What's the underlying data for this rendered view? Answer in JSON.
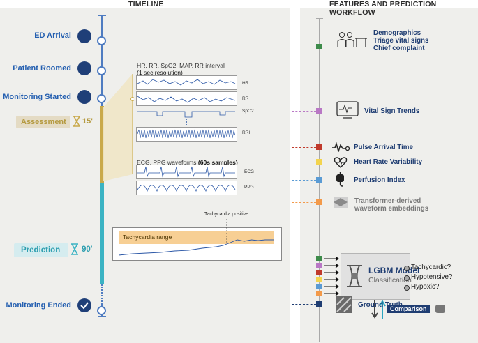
{
  "headers": {
    "timeline": "TIMELINE",
    "workflow": "FEATURES AND PREDICTION WORKFLOW"
  },
  "events": {
    "ed_arrival": "ED Arrival",
    "patient_roomed": "Patient Roomed",
    "monitoring_started": "Monitoring Started",
    "monitoring_ended": "Monitoring Ended"
  },
  "phases": {
    "assessment": "Assessment",
    "assessment_time": "15'",
    "prediction": "Prediction",
    "prediction_time": "90'"
  },
  "vitals_block": {
    "title": "HR, RR, SpO2, MAP, RR interval",
    "subtitle": "(1 sec resolution)",
    "labels": [
      "HR",
      "RR",
      "SpO2",
      "RRI"
    ]
  },
  "waveforms_block": {
    "title": "ECG, PPG waveforms",
    "subtitle": "(60s samples)",
    "labels": [
      "ECG",
      "PPG"
    ]
  },
  "prediction_plot": {
    "range_label": "Tachycardia range",
    "annotation": "Tachycardia positive"
  },
  "features": [
    {
      "name": "Demographics\nTriage vital signs\nChief complaint",
      "color": "#3d8b4a",
      "icon": "people-table-icon"
    },
    {
      "name": "Vital Sign Trends",
      "color": "#b978c5",
      "icon": "monitor-icon"
    },
    {
      "name": "Pulse Arrival Time",
      "color": "#c0392b",
      "icon": "pulse-wave-icon"
    },
    {
      "name": "Heart Rate Variability",
      "color": "#f3d44e",
      "icon": "heart-icon"
    },
    {
      "name": "Perfusion Index",
      "color": "#5a9bd4",
      "icon": "blood-bag-icon"
    },
    {
      "name": "Transformer-derived\nwaveform embeddings",
      "color": "#f39a4a",
      "icon": "transformer-icon"
    }
  ],
  "model": {
    "title": "LGBM Model",
    "subtitle": "Classification"
  },
  "outputs": [
    "Tachycardic?",
    "Hypotensive?",
    "Hypoxic?"
  ],
  "comparison": "Comparison",
  "ground_truth": "Ground Truth",
  "colors": {
    "timeline_blue": "#4f7cc1",
    "assessment_gold": "#c9a94a",
    "prediction_teal": "#3bb3c3",
    "navy": "#1f3d72"
  }
}
